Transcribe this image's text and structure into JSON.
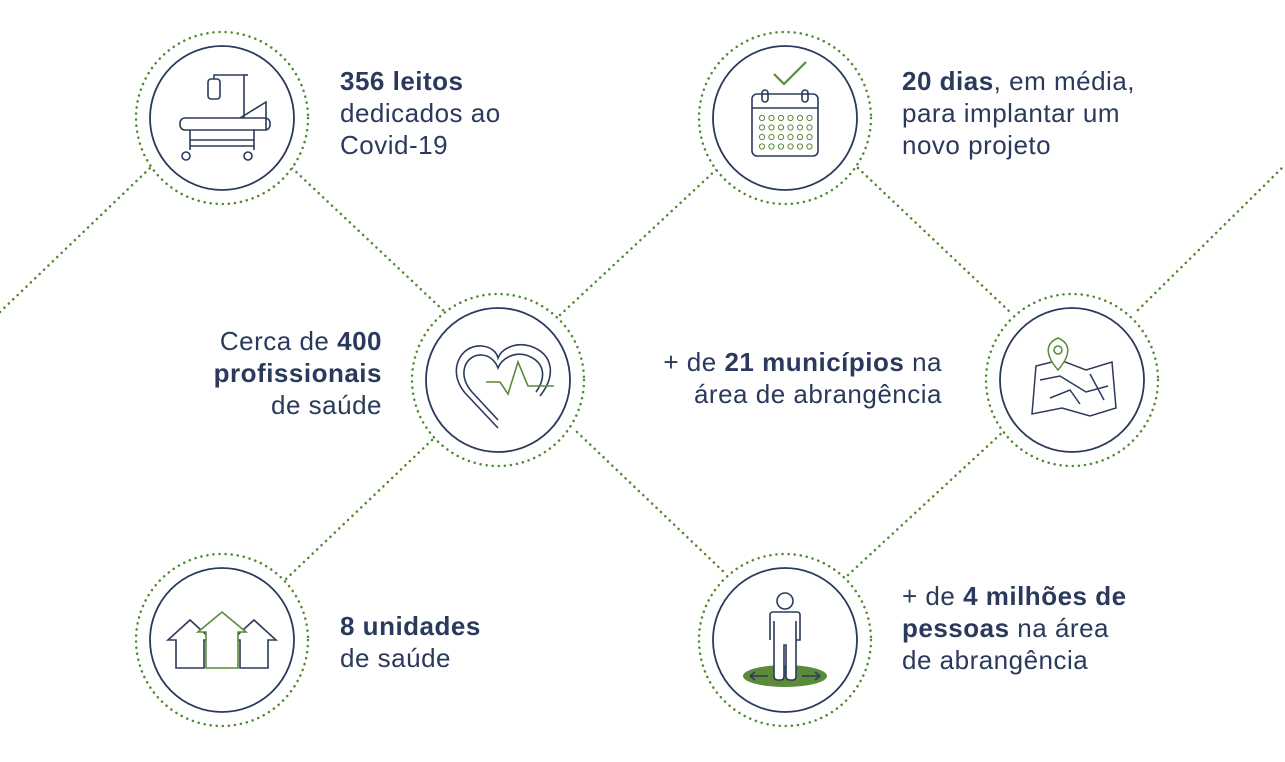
{
  "colors": {
    "navy": "#2b3a5c",
    "green": "#5a8a3a",
    "dots": "#4f8a2e"
  },
  "stats": [
    {
      "icon": "hospital-bed-icon",
      "lines": [
        [
          "356 leitos",
          ""
        ],
        [
          "",
          "dedicados ao"
        ],
        [
          "",
          "Covid-19"
        ]
      ]
    },
    {
      "icon": "heartbeat-icon",
      "lines": [
        [
          "",
          "Cerca de ",
          "400"
        ],
        [
          "profissionais",
          ""
        ],
        [
          "",
          "de saúde"
        ]
      ]
    },
    {
      "icon": "calendar-check-icon",
      "lines": [
        [
          "20 dias",
          ", em média,"
        ],
        [
          "",
          "para implantar um"
        ],
        [
          "",
          "novo projeto"
        ]
      ]
    },
    {
      "icon": "map-pin-icon",
      "lines": [
        [
          "",
          "+ de ",
          "21 municípios",
          " na"
        ],
        [
          "",
          "área de abrangência"
        ]
      ]
    },
    {
      "icon": "houses-icon",
      "lines": [
        [
          "8 unidades",
          ""
        ],
        [
          "",
          "de saúde"
        ]
      ]
    },
    {
      "icon": "person-area-icon",
      "lines": [
        [
          "",
          "+ de ",
          "4 milhões de"
        ],
        [
          "pessoas",
          " na área"
        ],
        [
          "",
          "de abrangência"
        ]
      ]
    }
  ]
}
